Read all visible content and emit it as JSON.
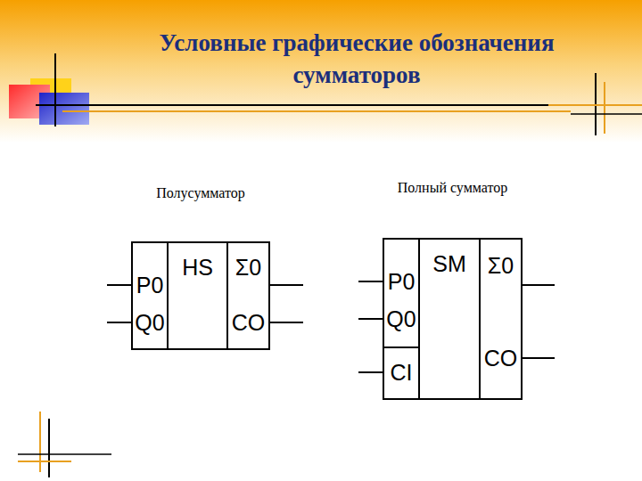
{
  "diagram": {
    "title": "Условные графические обозначения сумматоров",
    "nodes": [
      {
        "text": [
          "Полусумматор",
          "HS"
        ]
      },
      {
        "text": [
          "Полный сумматор",
          "SM"
        ]
      }
    ],
    "labels": [
      "P0",
      "Q0",
      "Σ0",
      "CO",
      "P0",
      "Q0",
      "CI",
      "Σ0",
      "CO"
    ]
  }
}
